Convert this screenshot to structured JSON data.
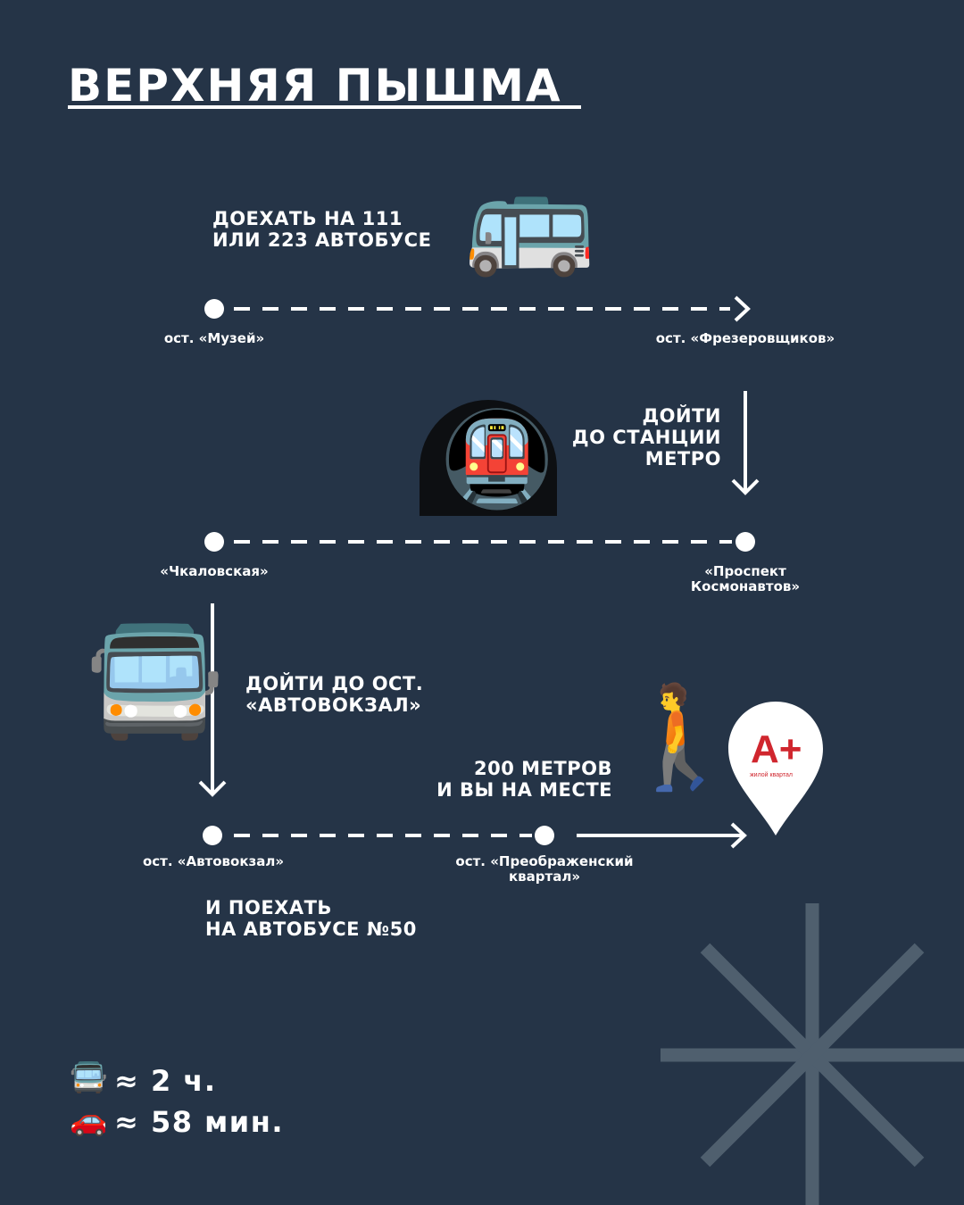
{
  "title": "ВЕРХНЯЯ ПЫШМА",
  "steps": {
    "bus_111_223": "ДОЕХАТЬ НА 111\nИЛИ 223 АВТОБУСЕ",
    "walk_metro": "ДОЙТИ\nДО СТАНЦИИ\nМЕТРО",
    "walk_avtovokzal": "ДОЙТИ ДО ОСТ.\n«АВТОВОКЗАЛ»",
    "final_walk": "200 МЕТРОВ\nИ ВЫ НА МЕСТЕ",
    "bus_50": "И ПОЕХАТЬ\nНА АВТОБУСЕ №50"
  },
  "stops": {
    "muzey": "ост. «Музей»",
    "frezerovshchikov": "ост. «Фрезеровщиков»",
    "chkalovskaya": "«Чкаловская»",
    "prospekt_kosmonavtov": "«Проспект\nКосмонавтов»",
    "avtovokzal": "ост. «Автовокзал»",
    "preobrazhenskiy": "ост. «Преображенский\nквартал»"
  },
  "pin": {
    "logo": "A+",
    "caption": "жилой квартал"
  },
  "icons": {
    "bus": "🚌",
    "metro": "🚇",
    "oncoming_bus": "🚍",
    "walker": "🚶",
    "car": "🚗"
  },
  "travel_times": {
    "bus": "≈ 2 ч.",
    "car": "≈ 58 мин."
  },
  "colors": {
    "background": "#253447",
    "accent": "#d0262e",
    "decor": "#4f5f6e"
  }
}
